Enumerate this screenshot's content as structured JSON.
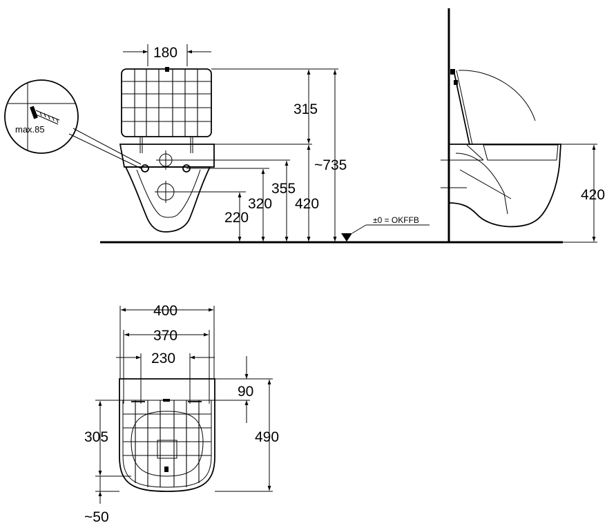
{
  "front_view": {
    "tank_width": "180",
    "tank_height": "315",
    "total_height": "~735",
    "height_a": "355",
    "height_b": "320",
    "height_c": "420",
    "height_d": "220",
    "detail_label": "max.85",
    "floor_label": "±0 = OKFFB"
  },
  "side_view": {
    "seat_height": "420"
  },
  "top_view": {
    "width_outer": "400",
    "width_mid": "370",
    "width_inner": "230",
    "depth_top": "90",
    "depth_total": "490",
    "depth_frame": "305",
    "depth_offset": "~50"
  }
}
